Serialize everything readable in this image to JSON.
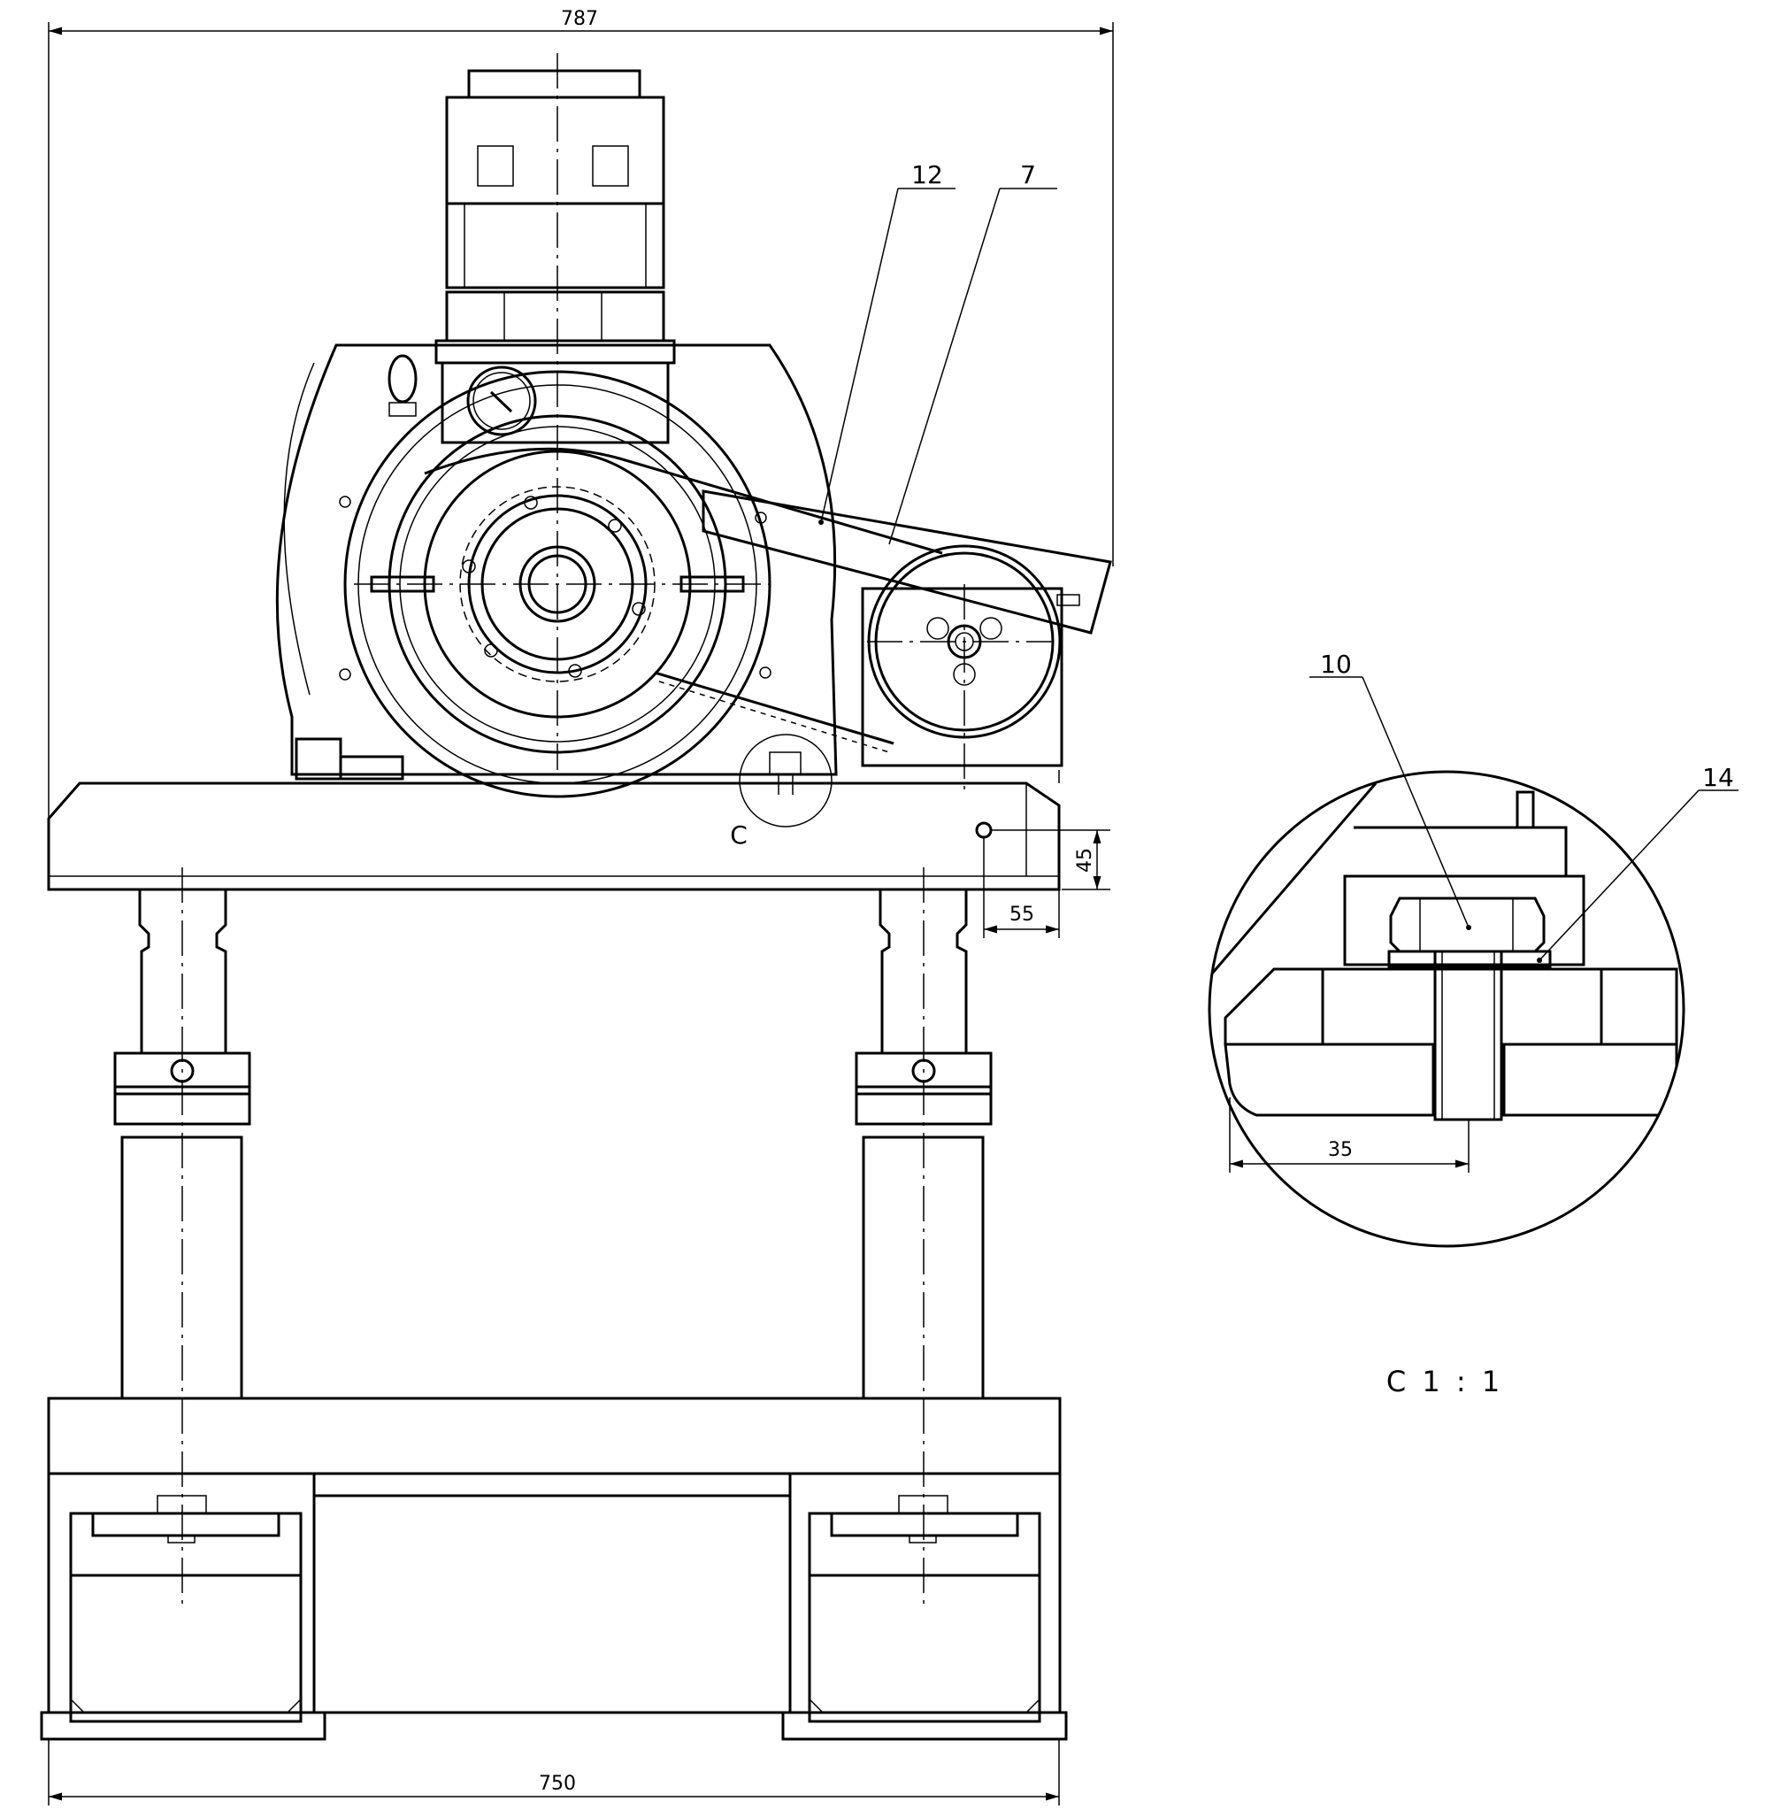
{
  "dimensions": {
    "overall_width_top": "787",
    "overall_width_bottom": "750",
    "hole_edge_offset": "55",
    "hole_height": "45",
    "detail_offset": "35"
  },
  "callouts": {
    "part_12": "12",
    "part_7": "7",
    "part_10": "10",
    "part_14": "14"
  },
  "detail": {
    "marker": "C",
    "title": "C 1 : 1"
  }
}
